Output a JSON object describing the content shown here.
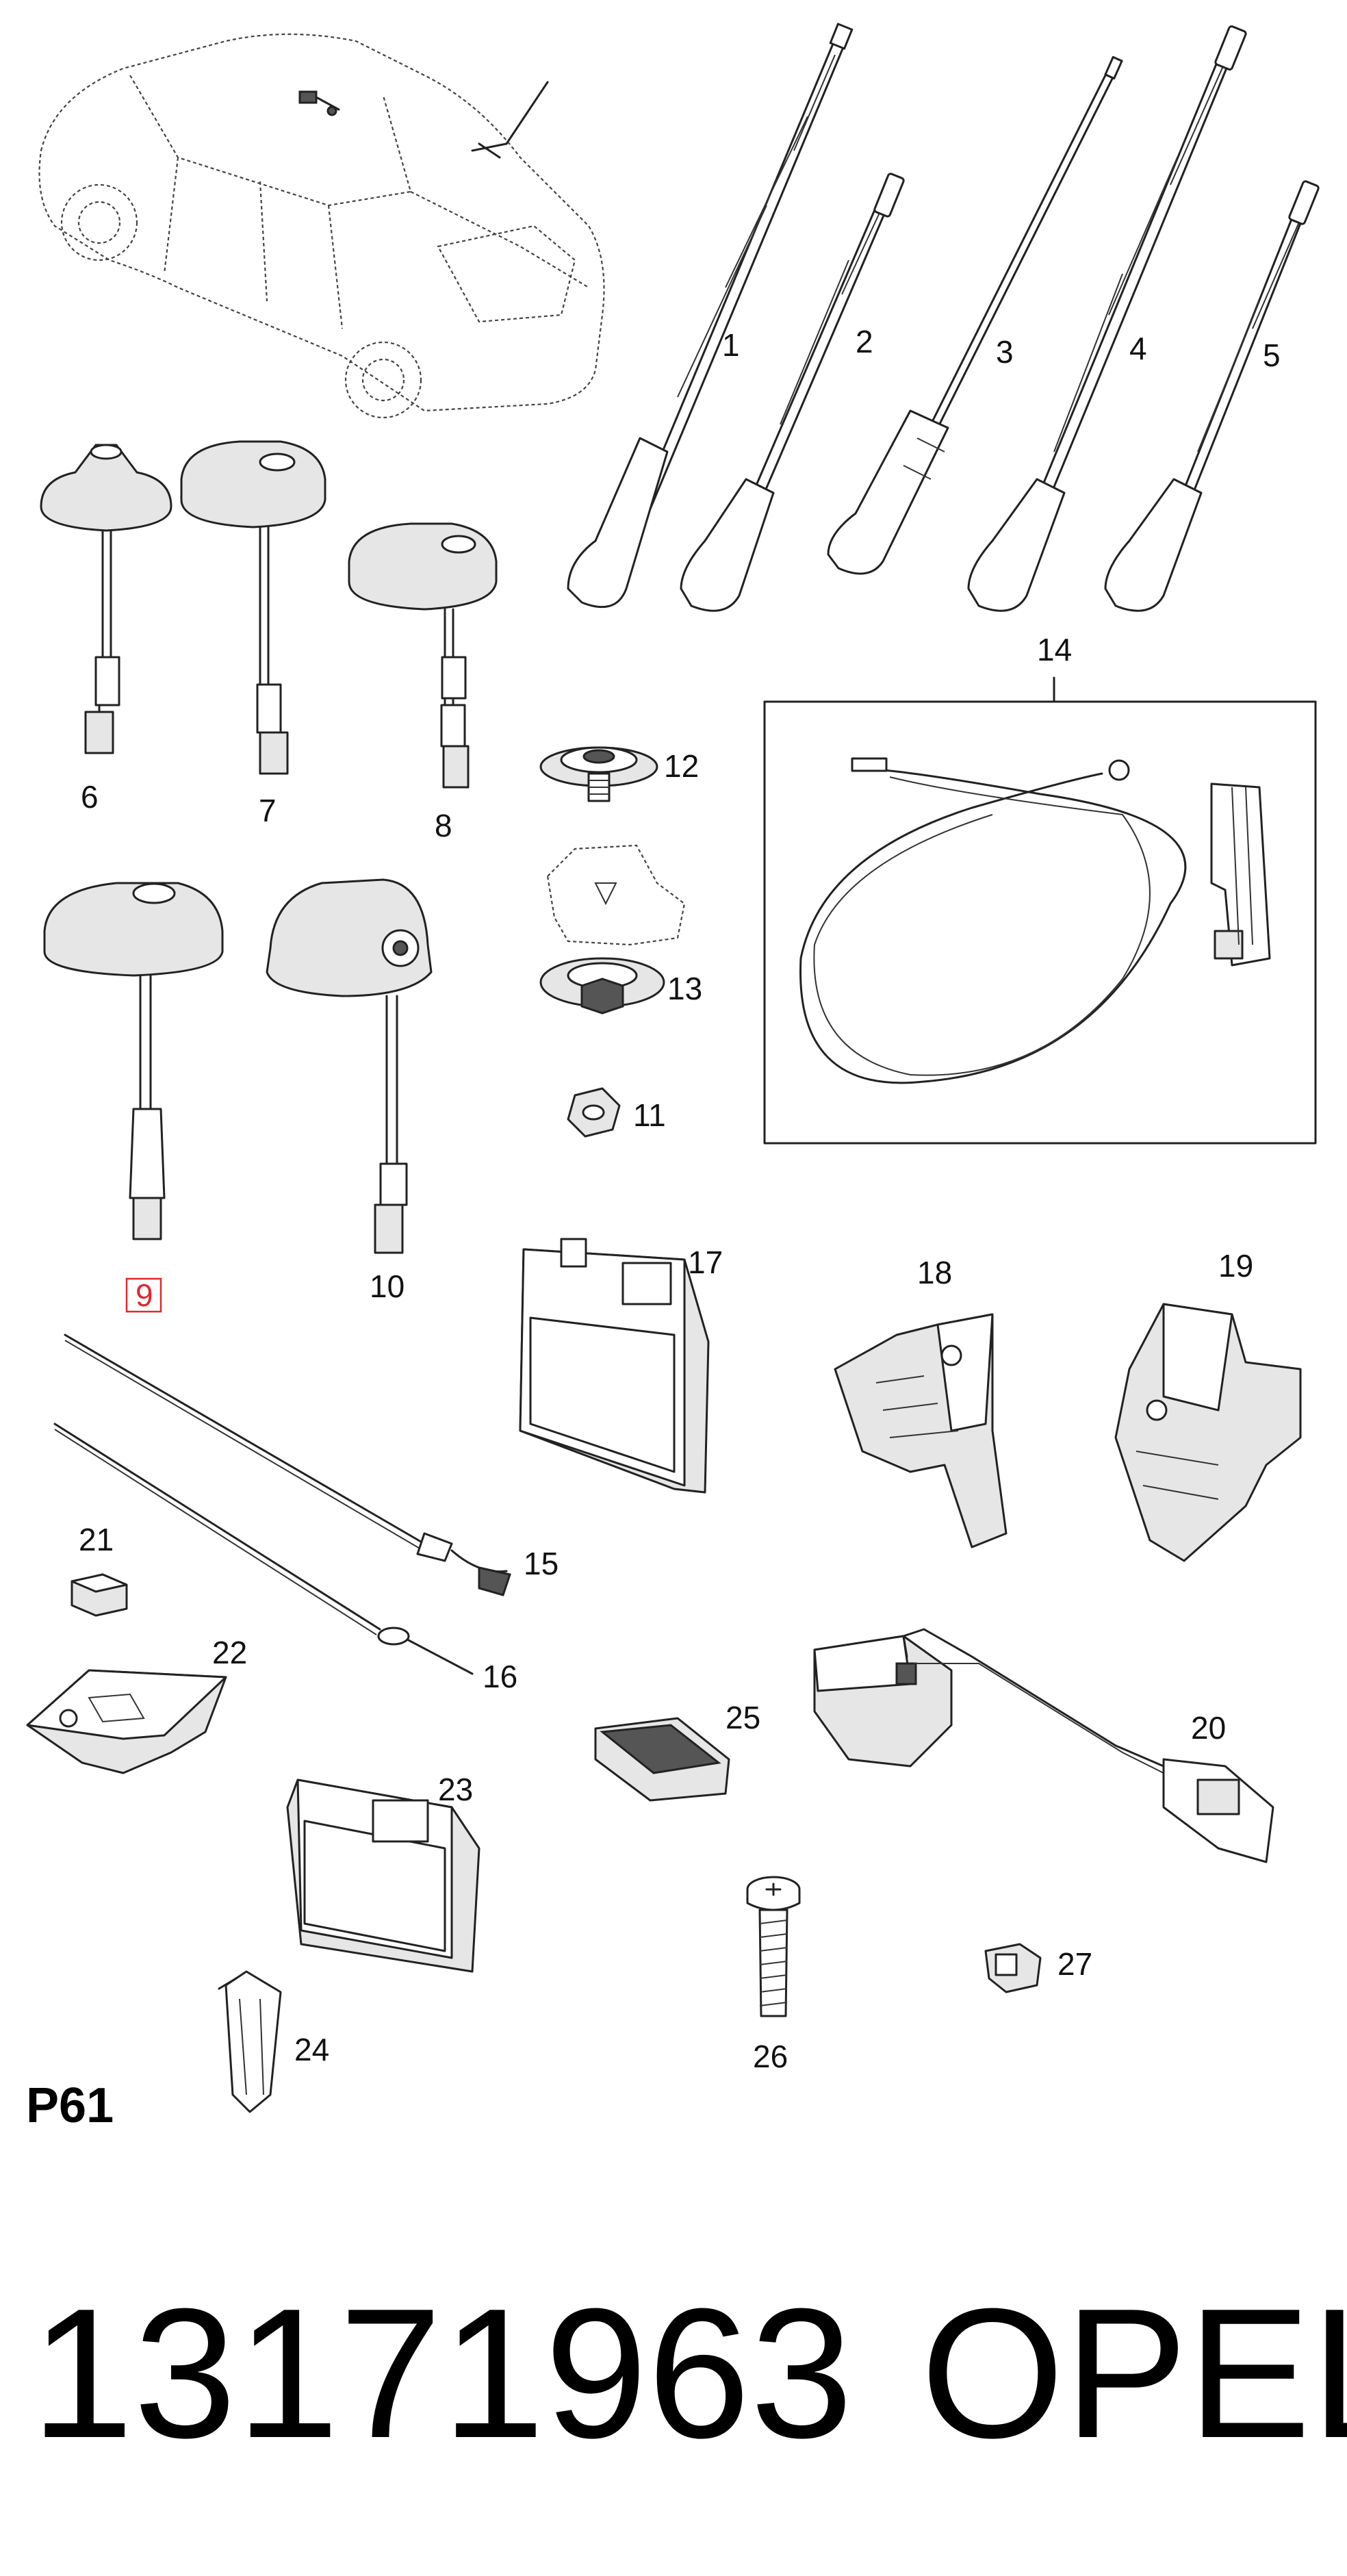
{
  "diagram": {
    "panel_code": "P61",
    "part_number": "13171963",
    "brand": "OPEL",
    "highlighted_callout": "9",
    "highlight_color": "#e0282e",
    "callouts": [
      "1",
      "2",
      "3",
      "4",
      "5",
      "6",
      "7",
      "8",
      "9",
      "10",
      "11",
      "12",
      "13",
      "14",
      "15",
      "16",
      "17",
      "18",
      "19",
      "20",
      "21",
      "22",
      "23",
      "24",
      "25",
      "26",
      "27"
    ]
  }
}
